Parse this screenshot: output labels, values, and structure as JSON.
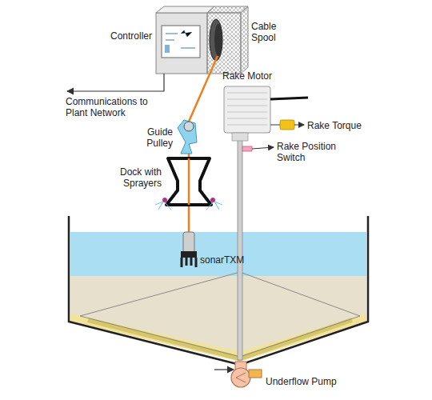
{
  "diagram": {
    "labels": [
      "Controller",
      "Cable Spool",
      "Communications to Plant Network",
      "Guide Pulley",
      "Dock with Sprayers",
      "sonarTXM",
      "Rake Motor",
      "Rake Torque",
      "Rake Position Switch",
      "Underflow Pump"
    ]
  }
}
